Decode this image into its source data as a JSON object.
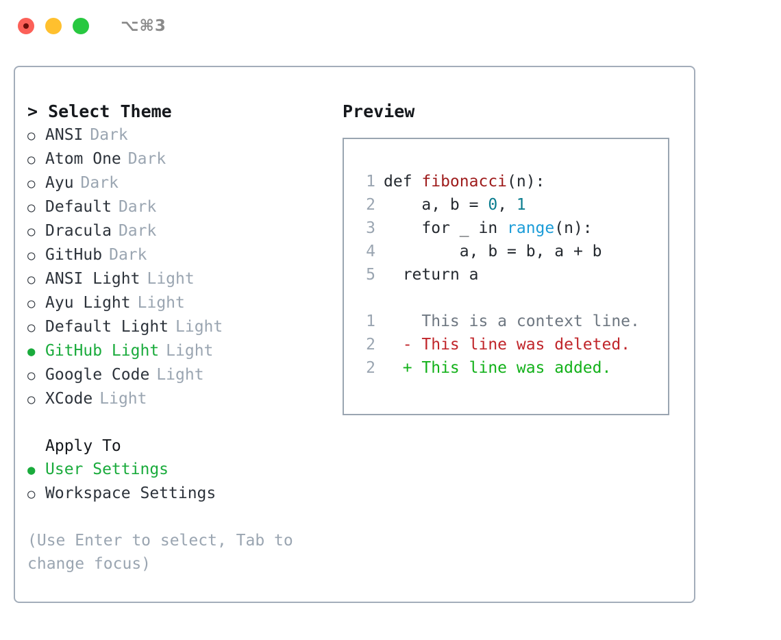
{
  "titlebar": {
    "shortcut": "⌥⌘3",
    "lights": [
      {
        "name": "close",
        "color": "#fc6058"
      },
      {
        "name": "minimize",
        "color": "#ffc02e"
      },
      {
        "name": "maximize",
        "color": "#28c840"
      }
    ]
  },
  "theme_panel": {
    "heading": "> Select Theme",
    "bullet_empty": "○",
    "bullet_filled": "●",
    "items": [
      {
        "label": "ANSI",
        "tag": "Dark",
        "selected": false
      },
      {
        "label": "Atom One",
        "tag": "Dark",
        "selected": false
      },
      {
        "label": "Ayu",
        "tag": "Dark",
        "selected": false
      },
      {
        "label": "Default",
        "tag": "Dark",
        "selected": false
      },
      {
        "label": "Dracula",
        "tag": "Dark",
        "selected": false
      },
      {
        "label": "GitHub",
        "tag": "Dark",
        "selected": false
      },
      {
        "label": "ANSI Light",
        "tag": "Light",
        "selected": false
      },
      {
        "label": "Ayu Light",
        "tag": "Light",
        "selected": false
      },
      {
        "label": "Default Light",
        "tag": "Light",
        "selected": false
      },
      {
        "label": "GitHub Light",
        "tag": "Light",
        "selected": true
      },
      {
        "label": "Google Code",
        "tag": "Light",
        "selected": false
      },
      {
        "label": "XCode",
        "tag": "Light",
        "selected": false
      }
    ]
  },
  "apply_to": {
    "heading": "Apply To",
    "items": [
      {
        "label": "User Settings",
        "selected": true
      },
      {
        "label": "Workspace Settings",
        "selected": false
      }
    ]
  },
  "hint": "(Use Enter to select, Tab to change focus)",
  "preview": {
    "heading": "Preview",
    "code": [
      {
        "lineno": "1",
        "indent": "",
        "tokens": [
          {
            "text": "def ",
            "type": "plain"
          },
          {
            "text": "fibonacci",
            "type": "fn"
          },
          {
            "text": "(n):",
            "type": "plain"
          }
        ]
      },
      {
        "lineno": "2",
        "indent": "    ",
        "tokens": [
          {
            "text": "a, b = ",
            "type": "plain"
          },
          {
            "text": "0",
            "type": "num"
          },
          {
            "text": ", ",
            "type": "plain"
          },
          {
            "text": "1",
            "type": "num"
          }
        ]
      },
      {
        "lineno": "3",
        "indent": "    ",
        "tokens": [
          {
            "text": "for _ in ",
            "type": "plain"
          },
          {
            "text": "range",
            "type": "call"
          },
          {
            "text": "(n):",
            "type": "plain"
          }
        ]
      },
      {
        "lineno": "4",
        "indent": "        ",
        "tokens": [
          {
            "text": "a, b = b, a + b",
            "type": "plain"
          }
        ]
      },
      {
        "lineno": "5",
        "indent": "  ",
        "tokens": [
          {
            "text": "return a",
            "type": "plain"
          }
        ]
      }
    ],
    "diff": [
      {
        "lineno": "1",
        "marker": "  ",
        "text": "This is a context line.",
        "type": "context"
      },
      {
        "lineno": "2",
        "marker": "- ",
        "text": "This line was deleted.",
        "type": "deleted"
      },
      {
        "lineno": "2",
        "marker": "+ ",
        "text": "This line was added.",
        "type": "added"
      }
    ]
  },
  "colors": {
    "accent_green": "#1aab3c",
    "muted": "#9aa5b1",
    "text": "#2d333b",
    "border": "#a3adba",
    "preview_border": "#9aa5b1",
    "fn_red": "#9e1b1b",
    "num_teal": "#0b7d8f",
    "call_blue": "#1b9cd8",
    "diff_deleted": "#c0252a",
    "diff_added": "#13b11a",
    "diff_context": "#6e7781"
  }
}
